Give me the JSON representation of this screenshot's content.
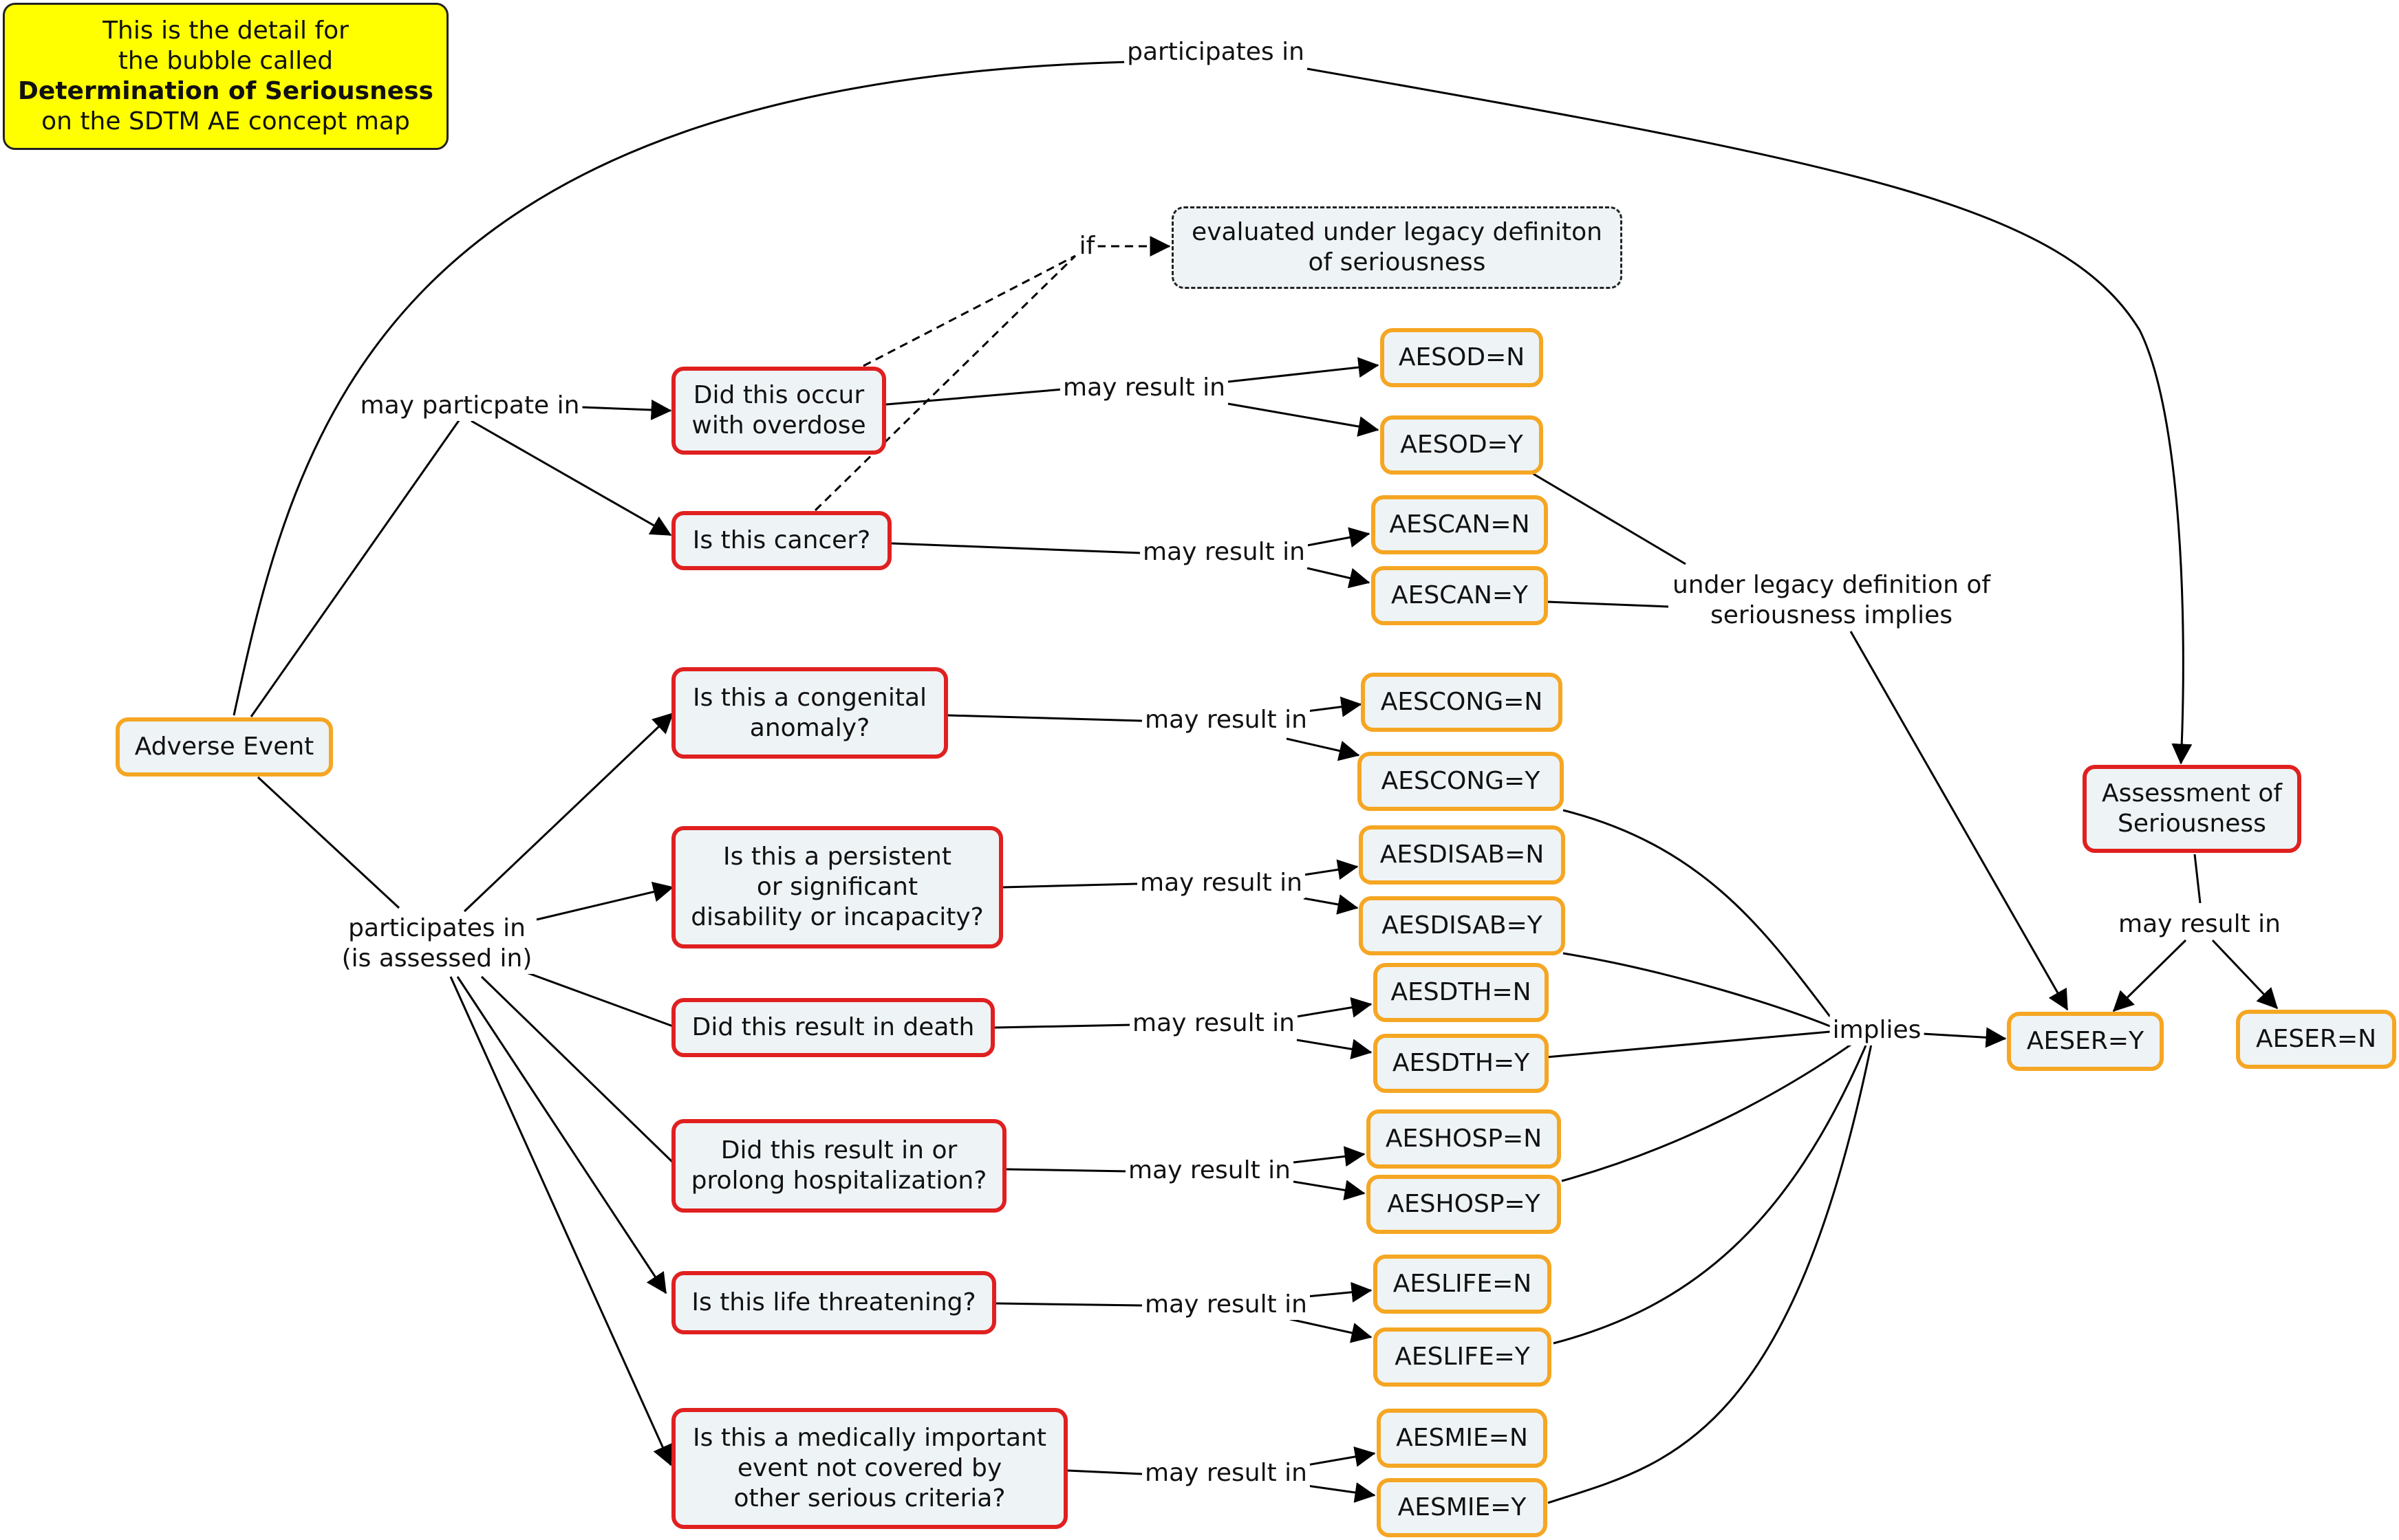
{
  "note": {
    "line1": "This is the detail for",
    "line2": "the bubble called",
    "line3": "Determination of Seriousness",
    "line4": "on the SDTM AE concept map"
  },
  "nodes": {
    "adverse_event": "Adverse Event",
    "overdose_q": "Did this occur\nwith overdose",
    "cancer_q": "Is this cancer?",
    "legacy_eval": "evaluated under legacy definiton\nof seriousness",
    "congenital_q": "Is this a congenital\nanomaly?",
    "disability_q": "Is this a persistent\nor significant\ndisability or incapacity?",
    "death_q": "Did this result in death",
    "hosp_q": "Did this result in or\nprolong hospitalization?",
    "life_q": "Is this life threatening?",
    "mie_q": "Is this a medically important\nevent not covered by\nother serious criteria?",
    "assessment": "Assessment of\nSeriousness",
    "aesod_n": "AESOD=N",
    "aesod_y": "AESOD=Y",
    "aescan_n": "AESCAN=N",
    "aescan_y": "AESCAN=Y",
    "aescong_n": "AESCONG=N",
    "aescong_y": "AESCONG=Y",
    "aesdisab_n": "AESDISAB=N",
    "aesdisab_y": "AESDISAB=Y",
    "aesdth_n": "AESDTH=N",
    "aesdth_y": "AESDTH=Y",
    "aeshosp_n": "AESHOSP=N",
    "aeshosp_y": "AESHOSP=Y",
    "aeslife_n": "AESLIFE=N",
    "aeslife_y": "AESLIFE=Y",
    "aesmie_n": "AESMIE=N",
    "aesmie_y": "AESMIE=Y",
    "aeser_y": "AESER=Y",
    "aeser_n": "AESER=N"
  },
  "links": {
    "participates_in_top": "participates in",
    "may_participate_in": "may particpate in",
    "if": "if",
    "participates_in_assessed": "participates in\n(is assessed in)",
    "legacy_implies": "under legacy definition of\nseriousness implies",
    "implies": "implies",
    "may_result_in": "may result in"
  },
  "colors": {
    "concept_border": "#f5a623",
    "question_border": "#e02020",
    "node_fill": "#eef3f5",
    "note_fill": "#ffff00"
  }
}
